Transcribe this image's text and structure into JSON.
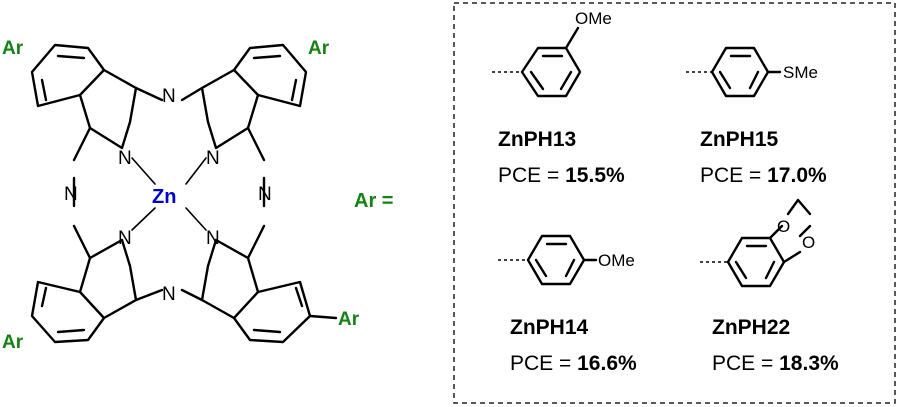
{
  "colors": {
    "zinc": "#0000cc",
    "aryl": "#148214",
    "line": "#000000"
  },
  "core": {
    "metal": "Zn",
    "nitrogen": "N",
    "substituent": "Ar",
    "ar_equals": "Ar ="
  },
  "compounds": [
    {
      "substituent": "OMe",
      "name": "ZnPH13",
      "pce_label": "PCE = ",
      "pce_value": "15.5%"
    },
    {
      "substituent": "SMe",
      "name": "ZnPH15",
      "pce_label": "PCE = ",
      "pce_value": "17.0%"
    },
    {
      "substituent": "OMe",
      "name": "ZnPH14",
      "pce_label": "PCE = ",
      "pce_value": "16.6%"
    },
    {
      "substituent_atoms": [
        "O",
        "O"
      ],
      "name": "ZnPH22",
      "pce_label": "PCE = ",
      "pce_value": "18.3%"
    }
  ]
}
